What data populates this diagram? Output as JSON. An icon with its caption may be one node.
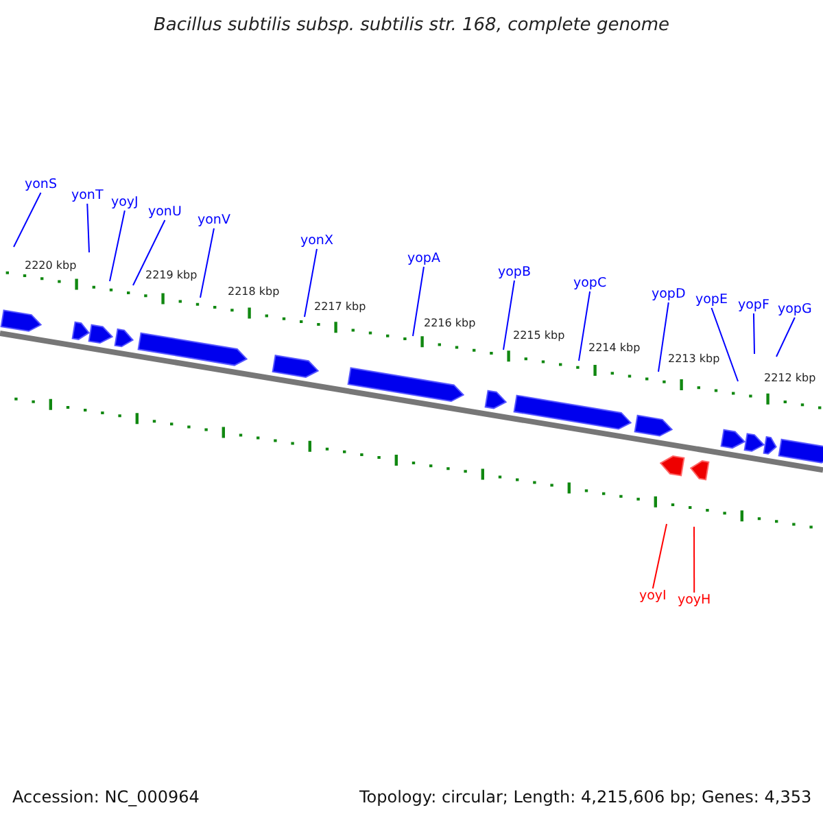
{
  "diagram": {
    "title": "Bacillus subtilis subsp. subtilis str. 168, complete genome",
    "nodes": [
      {
        "text": [
          "yonS"
        ]
      },
      {
        "text": [
          "yonT"
        ]
      },
      {
        "text": [
          "yoyJ"
        ]
      },
      {
        "text": [
          "yonU"
        ]
      },
      {
        "text": [
          "yonV"
        ]
      },
      {
        "text": [
          "yonX"
        ]
      },
      {
        "text": [
          "yopA"
        ]
      },
      {
        "text": [
          "yopB"
        ]
      },
      {
        "text": [
          "yopC"
        ]
      },
      {
        "text": [
          "yopD"
        ]
      },
      {
        "text": [
          "yopE"
        ]
      },
      {
        "text": [
          "yopF"
        ]
      },
      {
        "text": [
          "yopG"
        ]
      },
      {
        "text": [
          "yoyI"
        ]
      },
      {
        "text": [
          "yoyH"
        ]
      }
    ],
    "edges": [
      {
        "from": 0,
        "to": null,
        "arrow": "none"
      },
      {
        "from": 1,
        "to": null,
        "arrow": "none"
      },
      {
        "from": 2,
        "to": null,
        "arrow": "none"
      },
      {
        "from": 3,
        "to": null,
        "arrow": "none"
      },
      {
        "from": 4,
        "to": null,
        "arrow": "none"
      },
      {
        "from": 5,
        "to": null,
        "arrow": "none"
      },
      {
        "from": 6,
        "to": null,
        "arrow": "none"
      },
      {
        "from": 7,
        "to": null,
        "arrow": "none"
      },
      {
        "from": 8,
        "to": null,
        "arrow": "none"
      },
      {
        "from": 9,
        "to": null,
        "arrow": "none"
      },
      {
        "from": 10,
        "to": null,
        "arrow": "none"
      },
      {
        "from": 11,
        "to": null,
        "arrow": "none"
      },
      {
        "from": 12,
        "to": null,
        "arrow": "none"
      },
      {
        "from": 13,
        "to": null,
        "arrow": "none",
        "color": "#ff0000"
      },
      {
        "from": 14,
        "to": null,
        "arrow": "none",
        "color": "#ff0000"
      }
    ],
    "labels": [
      "2220 kbp",
      "2219 kbp",
      "2218 kbp",
      "2217 kbp",
      "2216 kbp",
      "2215 kbp",
      "2214 kbp",
      "2213 kbp",
      "2212 kbp",
      "Accession: NC_000964",
      "Topology: circular; Length: 4,215,606 bp; Genes: 4,353"
    ]
  }
}
